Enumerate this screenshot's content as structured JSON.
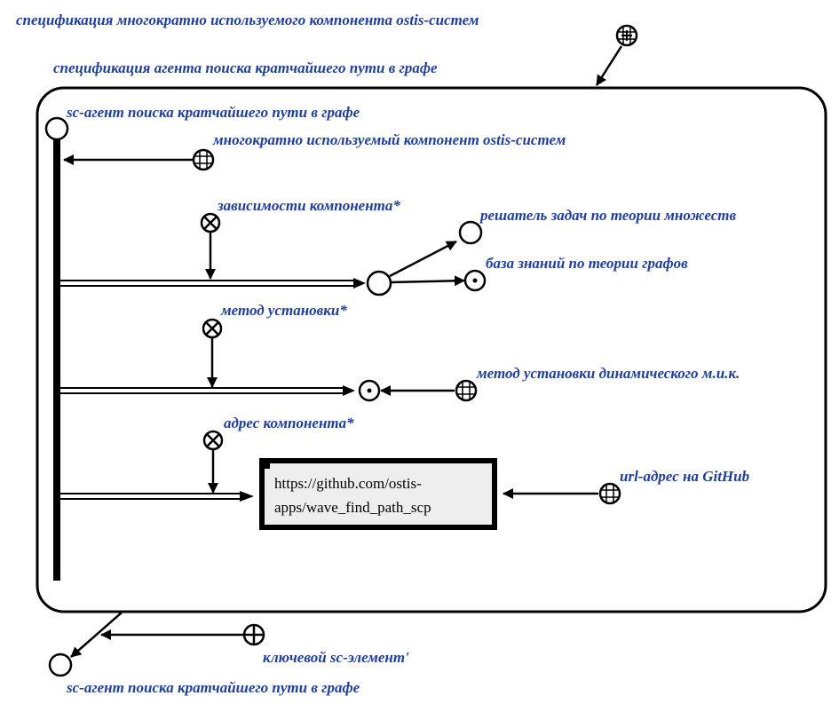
{
  "diagram": {
    "outer_structure_label": "спецификация многократно используемого компонента ostis-систем",
    "contour_label": "спецификация агента поиска кратчайшего пути в графе",
    "agent_label": "sc-агент поиска кратчайшего пути в графе",
    "reusable_component_class": "многократно используемый компонент ostis-систем",
    "dependencies_relation": "зависимости компонента*",
    "dependency_set_solver": "решатель задач по теории множеств",
    "dependency_graph_kb": "база знаний по теории графов",
    "install_method_relation": "метод установки*",
    "install_method_class": "метод установки динамического м.и.к.",
    "address_relation": "адрес компонента*",
    "url_value": [
      "https://github.com/ostis-",
      "apps/wave_find_path_scp"
    ],
    "url_class": "url-адрес на GitHub",
    "key_element_relation": "ключевой sc-элемент'",
    "bottom_agent_label": "sc-агент поиска кратчайшего пути в графе"
  },
  "colors": {
    "label_text": "#1f3f99",
    "stroke": "#000000",
    "link_fill": "#eeeeee"
  }
}
